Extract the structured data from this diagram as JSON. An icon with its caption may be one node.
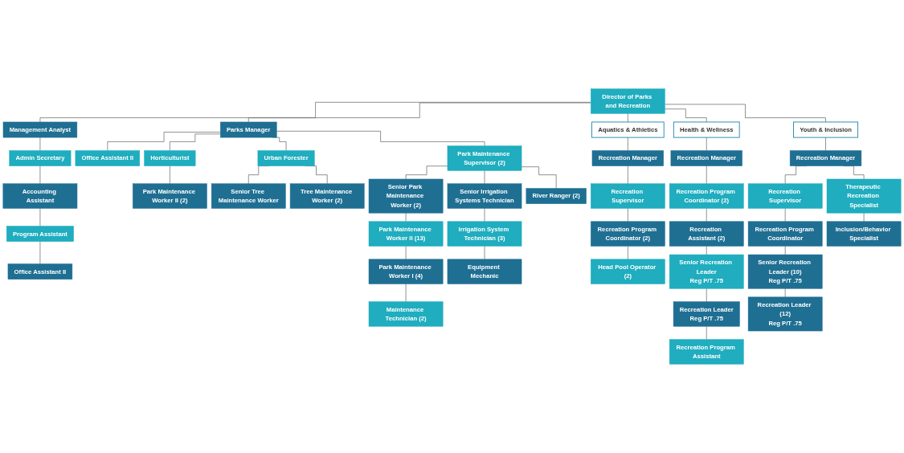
{
  "diagram": {
    "nodes": [
      {
        "text": [
          "Director of Parks and Recreation"
        ]
      },
      {
        "text": [
          "Management Analyst"
        ]
      },
      {
        "text": [
          "Admin Secretary"
        ]
      },
      {
        "text": [
          "Accounting Assistant"
        ]
      },
      {
        "text": [
          "Program Assistant"
        ]
      },
      {
        "text": [
          "Office Assistant II"
        ]
      },
      {
        "text": [
          "Parks Manager"
        ]
      },
      {
        "text": [
          "Office Assistant II"
        ]
      },
      {
        "text": [
          "Horticulturist"
        ]
      },
      {
        "text": [
          "Park Maintenance Worker II (2)"
        ]
      },
      {
        "text": [
          "Urban Forester"
        ]
      },
      {
        "text": [
          "Senior Tree Maintenance Worker"
        ]
      },
      {
        "text": [
          "Tree Maintenance Worker (2)"
        ]
      },
      {
        "text": [
          "Park Maintenance Supervisor (2)"
        ]
      },
      {
        "text": [
          "Senior Park Maintenance Worker (2)"
        ]
      },
      {
        "text": [
          "Park Maintenance Worker II (13)"
        ]
      },
      {
        "text": [
          "Park Maintenance Worker I (4)"
        ]
      },
      {
        "text": [
          "Maintenance Technician (2)"
        ]
      },
      {
        "text": [
          "Senior Irrigation Systems Technician"
        ]
      },
      {
        "text": [
          "Irrigation System Technician (3)"
        ]
      },
      {
        "text": [
          "Equipment Mechanic"
        ]
      },
      {
        "text": [
          "River Ranger (2)"
        ]
      },
      {
        "text": [
          "Aquatics & Athletics"
        ]
      },
      {
        "text": [
          "Recreation Manager"
        ]
      },
      {
        "text": [
          "Recreation Supervisor"
        ]
      },
      {
        "text": [
          "Recreation Program Coordinator (2)"
        ]
      },
      {
        "text": [
          "Head Pool Operator (2)"
        ]
      },
      {
        "text": [
          "Health & Wellness"
        ]
      },
      {
        "text": [
          "Recreation Manager"
        ]
      },
      {
        "text": [
          "Recreation Program Coordinator (2)"
        ]
      },
      {
        "text": [
          "Recreation Assistant (2)"
        ]
      },
      {
        "text": [
          "Senior Recreation Leader",
          "Reg P/T .75"
        ]
      },
      {
        "text": [
          "Recreation Leader",
          "Reg P/T .75"
        ]
      },
      {
        "text": [
          "Recreation Program Assistant"
        ]
      },
      {
        "text": [
          "Youth & Inclusion"
        ]
      },
      {
        "text": [
          "Recreation Manager"
        ]
      },
      {
        "text": [
          "Recreation Supervisor"
        ]
      },
      {
        "text": [
          "Recreation Program Coordinator"
        ]
      },
      {
        "text": [
          "Senior Recreation Leader (10)",
          "Reg P/T .75"
        ]
      },
      {
        "text": [
          "Recreation Leader (12)",
          "Reg P/T .75"
        ]
      },
      {
        "text": [
          "Therapeutic Recreation Specialist"
        ]
      },
      {
        "text": [
          "Inclusion/Behavior Specialist"
        ]
      }
    ],
    "edges": [
      {
        "from": 0,
        "to": 1,
        "arrow": "none"
      },
      {
        "from": 0,
        "to": 6,
        "arrow": "none"
      },
      {
        "from": 0,
        "to": 22,
        "arrow": "none"
      },
      {
        "from": 0,
        "to": 27,
        "arrow": "none"
      },
      {
        "from": 0,
        "to": 34,
        "arrow": "none"
      },
      {
        "from": 1,
        "to": 2,
        "arrow": "none"
      },
      {
        "from": 2,
        "to": 3,
        "arrow": "none"
      },
      {
        "from": 3,
        "to": 4,
        "arrow": "none"
      },
      {
        "from": 4,
        "to": 5,
        "arrow": "none"
      },
      {
        "from": 6,
        "to": 7,
        "arrow": "none"
      },
      {
        "from": 6,
        "to": 8,
        "arrow": "none"
      },
      {
        "from": 6,
        "to": 10,
        "arrow": "none"
      },
      {
        "from": 6,
        "to": 13,
        "arrow": "none"
      },
      {
        "from": 8,
        "to": 9,
        "arrow": "none"
      },
      {
        "from": 10,
        "to": 11,
        "arrow": "none"
      },
      {
        "from": 10,
        "to": 12,
        "arrow": "none"
      },
      {
        "from": 13,
        "to": 14,
        "arrow": "none"
      },
      {
        "from": 13,
        "to": 18,
        "arrow": "none"
      },
      {
        "from": 13,
        "to": 21,
        "arrow": "none"
      },
      {
        "from": 14,
        "to": 15,
        "arrow": "none"
      },
      {
        "from": 15,
        "to": 16,
        "arrow": "none"
      },
      {
        "from": 16,
        "to": 17,
        "arrow": "none"
      },
      {
        "from": 18,
        "to": 19,
        "arrow": "none"
      },
      {
        "from": 19,
        "to": 20,
        "arrow": "none"
      },
      {
        "from": 22,
        "to": 23,
        "arrow": "none"
      },
      {
        "from": 23,
        "to": 24,
        "arrow": "none"
      },
      {
        "from": 24,
        "to": 25,
        "arrow": "none"
      },
      {
        "from": 25,
        "to": 26,
        "arrow": "none"
      },
      {
        "from": 27,
        "to": 28,
        "arrow": "none"
      },
      {
        "from": 28,
        "to": 29,
        "arrow": "none"
      },
      {
        "from": 29,
        "to": 30,
        "arrow": "none"
      },
      {
        "from": 30,
        "to": 31,
        "arrow": "none"
      },
      {
        "from": 31,
        "to": 32,
        "arrow": "none"
      },
      {
        "from": 32,
        "to": 33,
        "arrow": "none"
      },
      {
        "from": 34,
        "to": 35,
        "arrow": "none"
      },
      {
        "from": 35,
        "to": 36,
        "arrow": "none"
      },
      {
        "from": 35,
        "to": 40,
        "arrow": "none"
      },
      {
        "from": 36,
        "to": 37,
        "arrow": "none"
      },
      {
        "from": 37,
        "to": 38,
        "arrow": "none"
      },
      {
        "from": 38,
        "to": 39,
        "arrow": "none"
      },
      {
        "from": 40,
        "to": 41,
        "arrow": "none"
      }
    ]
  }
}
